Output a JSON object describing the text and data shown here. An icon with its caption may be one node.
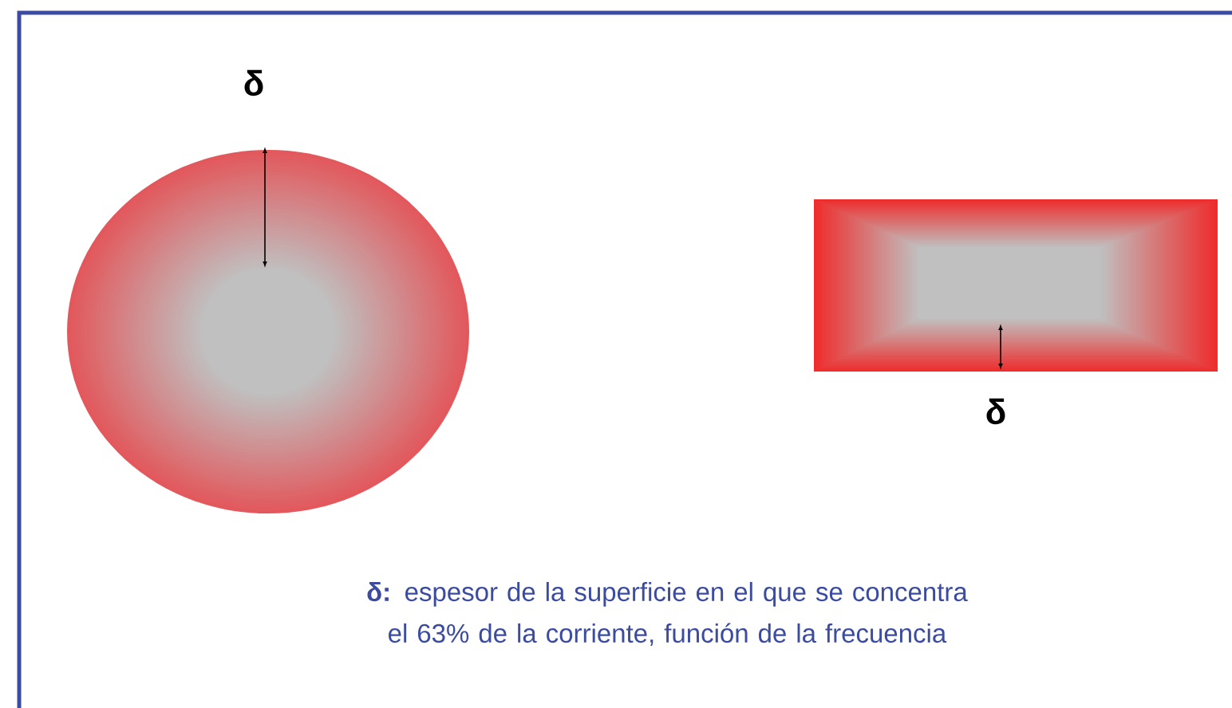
{
  "diagram": {
    "labels": [
      "δ",
      "δ",
      "**δ:** espesor de la superficie en el que se concentra el 63% de la corriente, función de la frecuencia"
    ]
  }
}
